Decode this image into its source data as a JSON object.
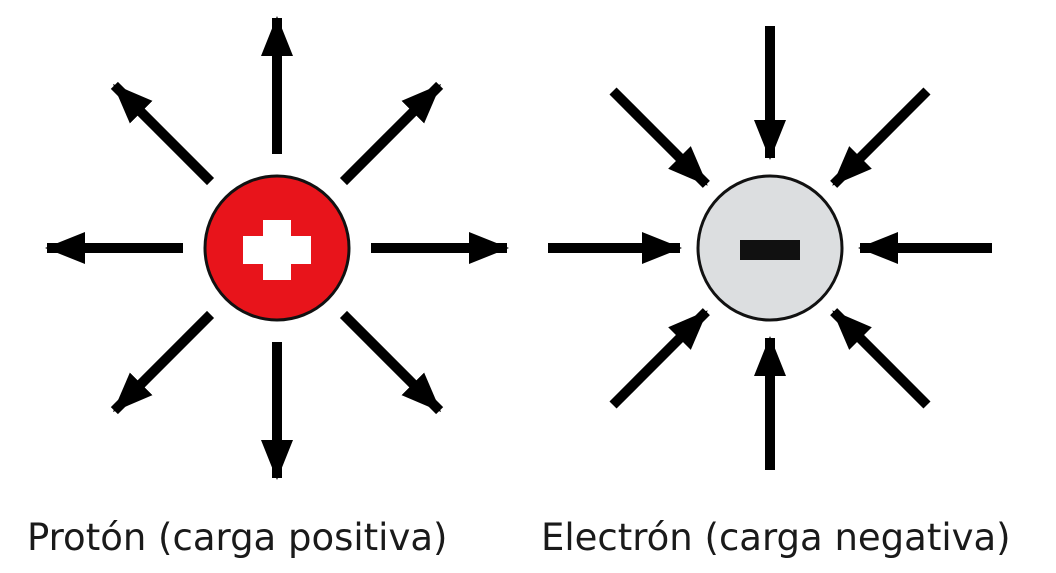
{
  "proton": {
    "symbol": "+",
    "caption": "Protón (carga positiva)",
    "fill_color": "#e8141b",
    "field_direction": "outward"
  },
  "electron": {
    "symbol": "−",
    "caption": "Electrón (carga negativa)",
    "fill_color": "#dcdee0",
    "field_direction": "inward"
  },
  "arrow_color": "#000000"
}
